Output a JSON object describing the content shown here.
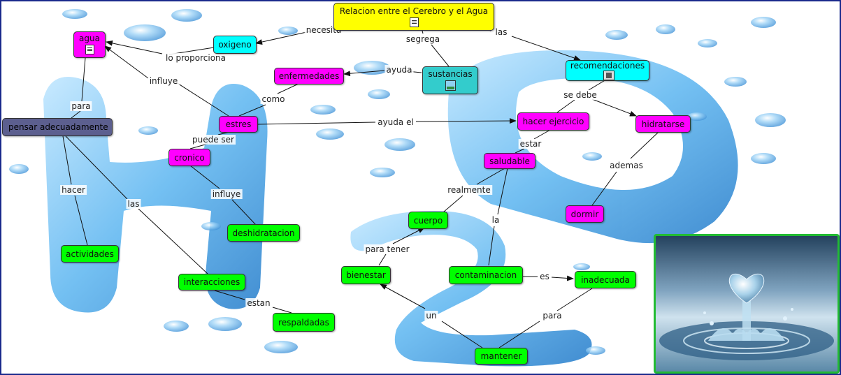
{
  "nodes": {
    "title": "Relacion entre el Cerebro y el Agua",
    "agua": "agua",
    "oxigeno": "oxigeno",
    "enfermedades": "enfermedades",
    "sustancias": "sustancias",
    "recomendaciones": "recomendaciones",
    "pensar": "pensar adecuadamente",
    "estres": "estres",
    "hacer_ejercicio": "hacer ejercicio",
    "hidratarse": "hidratarse",
    "cronico": "cronico",
    "saludable": "saludable",
    "deshidratacion": "deshidratacion",
    "dormir": "dormir",
    "cuerpo": "cuerpo",
    "actividades": "actividades",
    "bienestar": "bienestar",
    "contaminacion": "contaminacion",
    "inadecuada": "inadecuada",
    "interacciones": "interacciones",
    "respaldadas": "respaldadas",
    "mantener": "mantener"
  },
  "links": {
    "necesita": "necesita",
    "segrega": "segrega",
    "las_rec": "las",
    "lo_proporciona": "lo proporciona",
    "ayuda": "ayuda",
    "influye_agua": "influye",
    "se_debe": "se debe",
    "como": "como",
    "para": "para",
    "ayuda_el": "ayuda el",
    "puede_ser": "puede ser",
    "estar": "estar",
    "ademas": "ademas",
    "hacer": "hacer",
    "influye_desh": "influye",
    "realmente": "realmente",
    "las_int": "las",
    "la": "la",
    "para_tener": "para tener",
    "es": "es",
    "estan": "estan",
    "un": "un",
    "para_mant": "para"
  },
  "colors": {
    "yellow": "#ffff00",
    "cyan": "#00ffff",
    "magenta": "#ff00ff",
    "teal": "#33cccc",
    "green": "#00ff00",
    "slate": "#5c5f8f",
    "frame": "#1a2a8c",
    "water": "#4aa8e8"
  },
  "icons": [
    "document-icon",
    "film-icon",
    "image-icon",
    "heart-water-splash-photo"
  ]
}
